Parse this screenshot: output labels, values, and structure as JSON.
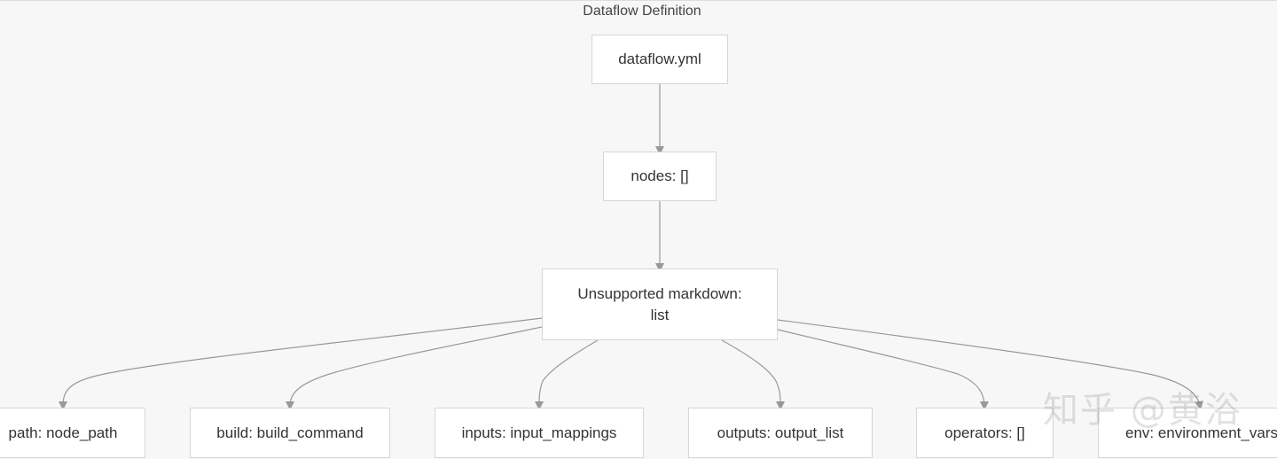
{
  "diagram": {
    "title": "Dataflow Definition",
    "nodes": {
      "root": "dataflow.yml",
      "nodes": "nodes: []",
      "list_line1": "Unsupported markdown:",
      "list_line2": "list",
      "path": "path: node_path",
      "build": "build: build_command",
      "inputs": "inputs: input_mappings",
      "outputs": "outputs: output_list",
      "operators": "operators: []",
      "env": "env: environment_vars"
    },
    "edges": [
      [
        "root",
        "nodes"
      ],
      [
        "nodes",
        "list"
      ],
      [
        "list",
        "path"
      ],
      [
        "list",
        "build"
      ],
      [
        "list",
        "inputs"
      ],
      [
        "list",
        "outputs"
      ],
      [
        "list",
        "operators"
      ],
      [
        "list",
        "env"
      ]
    ]
  },
  "watermark": "知乎 @黄浴",
  "colors": {
    "background": "#f7f7f7",
    "node_fill": "#ffffff",
    "node_border": "#d6d6d6",
    "edge": "#999999",
    "text": "#333333"
  }
}
